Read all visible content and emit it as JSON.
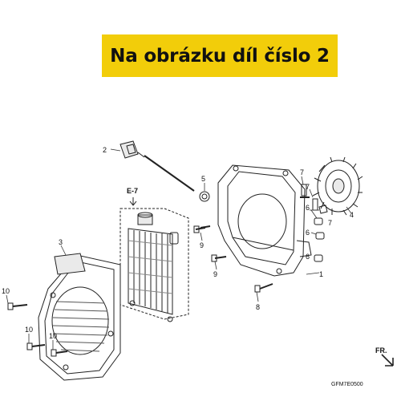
{
  "banner": {
    "text": "Na obrázku díl číslo 2",
    "color": "#f2cd0a"
  },
  "diagram": {
    "callouts": [
      "2",
      "5",
      "7",
      "7",
      "7",
      "4",
      "9",
      "9",
      "6",
      "6",
      "6",
      "1",
      "8",
      "3",
      "10",
      "10",
      "10"
    ],
    "section_ref": "E-7",
    "drawing_code": "GFM7E0500",
    "direction_label": "FR."
  }
}
